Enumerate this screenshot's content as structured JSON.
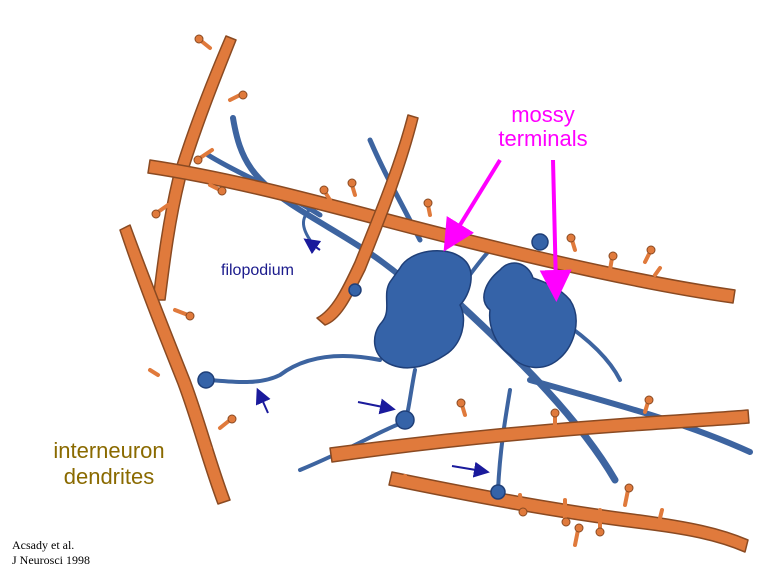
{
  "labels": {
    "mossy_line1": "mossy",
    "mossy_line2": "terminals",
    "filopodium": "filopodium",
    "interneuron_line1": "interneuron",
    "interneuron_line2": "dendrites",
    "citation_line1": "Acsady et al.",
    "citation_line2": "J Neurosci 1998"
  },
  "colors": {
    "dendrite": "#e07a3c",
    "dendrite_edge": "#8a4a22",
    "axon": "#3d64a0",
    "terminal": "#3563a8",
    "mossy_label": "#ff00ff",
    "filopodium_label": "#1a1a8c",
    "interneuron_label": "#8a6a00",
    "small_arrow": "#1a1a9c"
  }
}
